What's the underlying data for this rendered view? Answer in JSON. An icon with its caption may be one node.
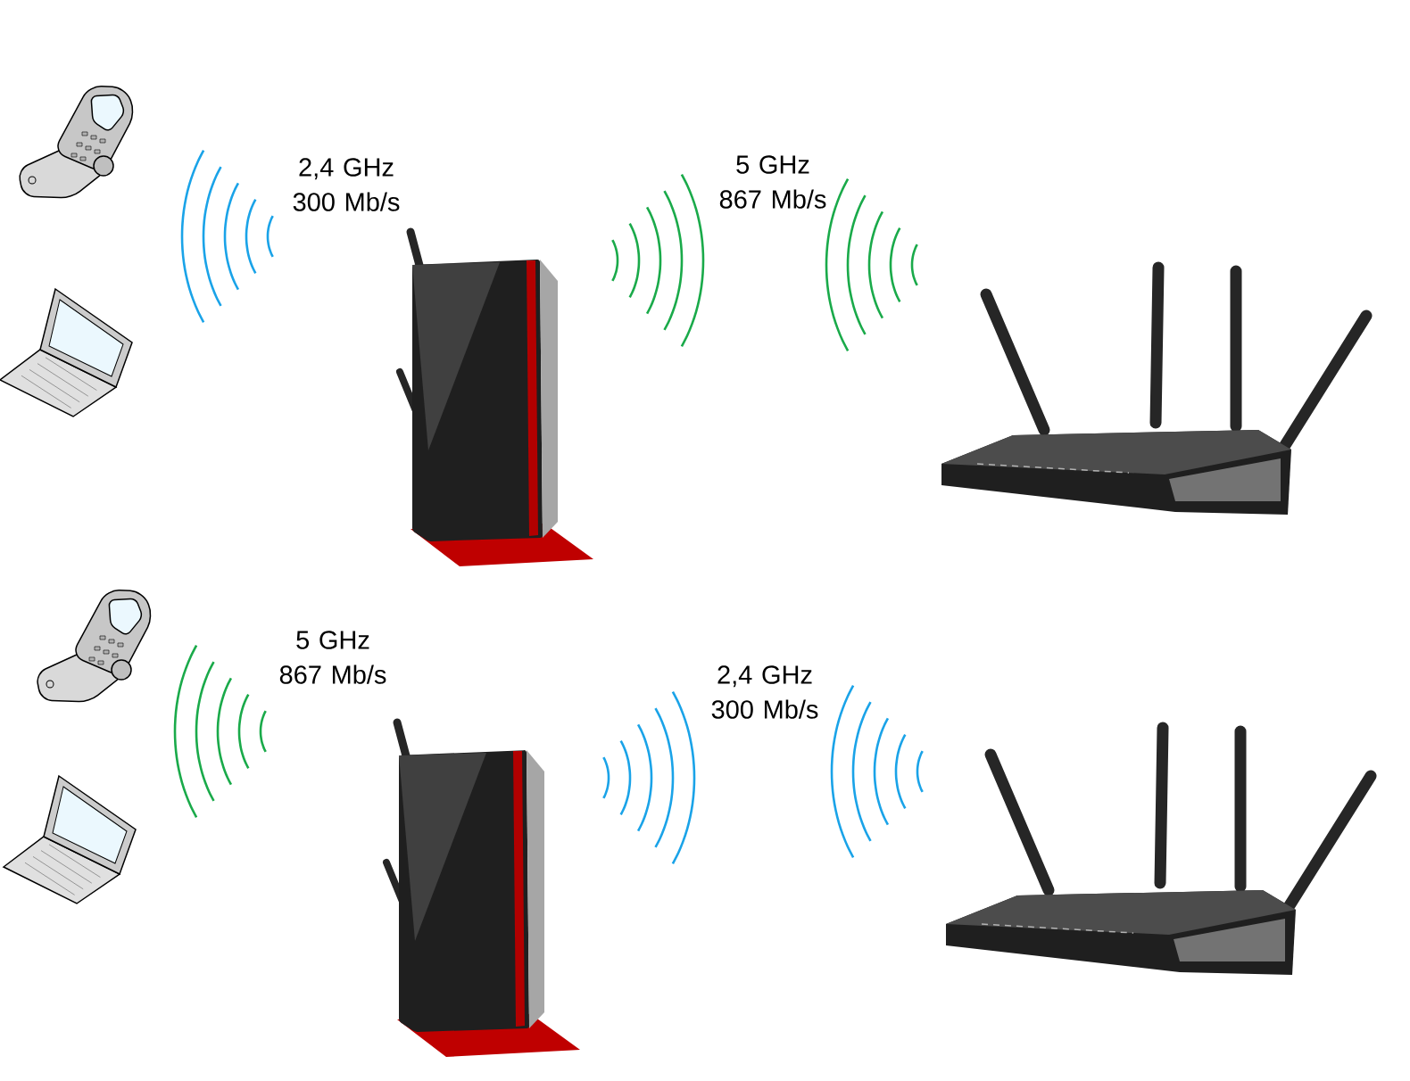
{
  "diagram": {
    "labels": [
      "2,4 GHz 300 Mb/s",
      "5 GHz 867 Mb/s",
      "5 GHz 867 Mb/s",
      "2,4 GHz 300 Mb/s"
    ]
  }
}
